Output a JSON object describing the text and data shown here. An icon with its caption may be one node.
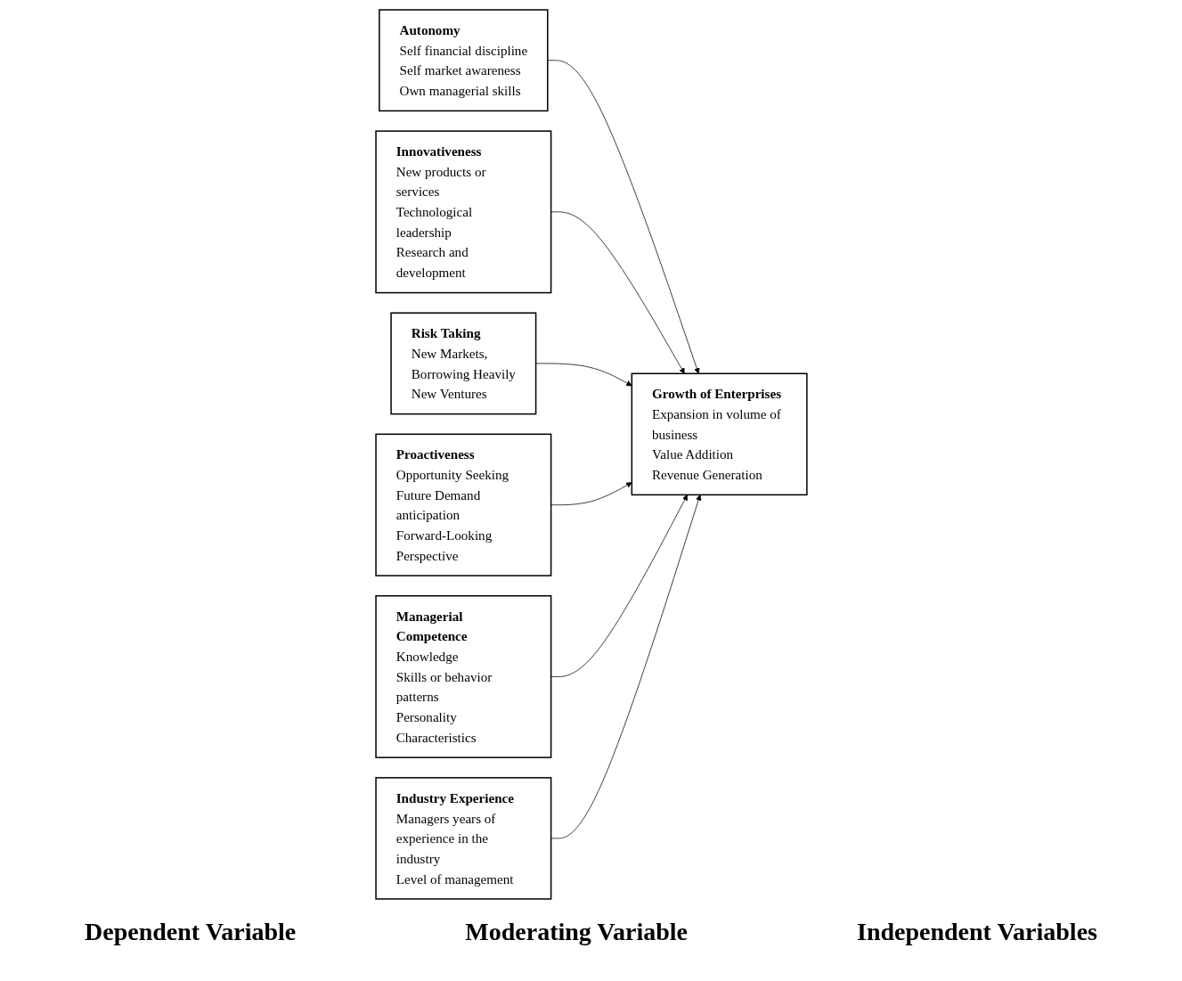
{
  "diagram": {
    "nodes": [
      {
        "text": [
          "Autonomy",
          "Self financial discipline",
          "Self market awareness",
          "Own managerial skills"
        ]
      },
      {
        "text": [
          "Innovativeness",
          "New products or services",
          "Technological leadership",
          "Research and development"
        ]
      },
      {
        "text": [
          "Risk Taking",
          "New Markets,",
          "Borrowing Heavily",
          "New Ventures"
        ]
      },
      {
        "text": [
          "Proactiveness",
          "Opportunity Seeking",
          "Future Demand anticipation",
          "Forward-Looking Perspective"
        ]
      },
      {
        "text": [
          "Managerial Competence",
          "Knowledge",
          "Skills or behavior patterns",
          "Personality Characteristics"
        ]
      },
      {
        "text": [
          "Growth of Enterprises",
          "Expansion in volume of business",
          "Value Addition",
          "Revenue Generation"
        ]
      },
      {
        "text": [
          "Industry Experience",
          "Managers years of experience in the industry",
          "Level of management"
        ]
      }
    ],
    "edges": [
      {
        "from": 0,
        "to": 5,
        "arrow": "to"
      },
      {
        "from": 1,
        "to": 5,
        "arrow": "to"
      },
      {
        "from": 2,
        "to": 5,
        "arrow": "to"
      },
      {
        "from": 3,
        "to": 5,
        "arrow": "to"
      },
      {
        "from": 4,
        "to": 5,
        "arrow": "to"
      },
      {
        "from": 6,
        "to": 5,
        "arrow": "to"
      }
    ],
    "labels": [
      "Dependent Variable",
      "Moderating Variable",
      "Independent Variables"
    ]
  }
}
